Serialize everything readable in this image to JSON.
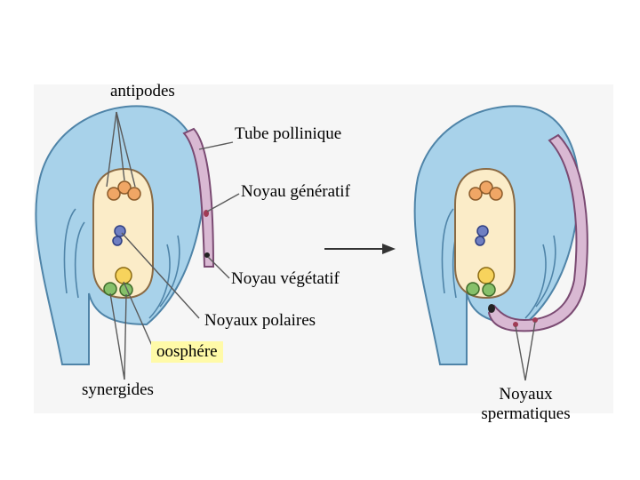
{
  "labels": {
    "antipodes": "antipodes",
    "tube_pollinique": "Tube pollinique",
    "noyau_generatif": "Noyau génératif",
    "noyau_vegetatif": "Noyau végétatif",
    "noyaux_polaires": "Noyaux polaires",
    "oosphere": "oosphére",
    "synergides": "synergides",
    "noyaux_spermatiques_line1": "Noyaux",
    "noyaux_spermatiques_line2": "spermatiques"
  },
  "colors": {
    "integument": "#a8d2ea",
    "sac": "#fbecc8",
    "pollen_tube": "#d9b9d3",
    "antipode_cell": "#f0a665",
    "polar_nucleus": "#6f7fc2",
    "egg_cell": "#f7d35c",
    "synergid": "#86c06a",
    "highlight": "#fffaa8"
  },
  "arrow": "right-arrow"
}
